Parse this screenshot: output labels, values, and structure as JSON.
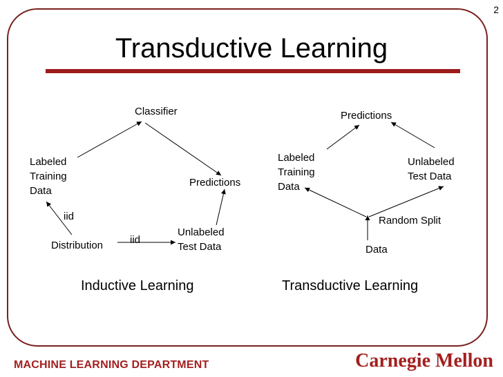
{
  "slide": {
    "number": "2",
    "title": "Transductive Learning"
  },
  "inductive": {
    "classifier": "Classifier",
    "labeled": "Labeled\nTraining\nData",
    "predictions": "Predictions",
    "iid_left": "iid",
    "distribution": "Distribution",
    "iid_bottom": "iid",
    "unlabeled": "Unlabeled\nTest Data",
    "caption": "Inductive Learning"
  },
  "transductive": {
    "predictions": "Predictions",
    "labeled": "Labeled\nTraining\nData",
    "unlabeled": "Unlabeled\nTest Data",
    "random_split": "Random Split",
    "data": "Data",
    "caption": "Transductive Learning"
  },
  "footer": {
    "department": "MACHINE LEARNING DEPARTMENT",
    "university": "Carnegie Mellon"
  },
  "colors": {
    "frame": "#7a1f1f",
    "rule": "#9e1b1b",
    "brand": "#a31f1f"
  }
}
